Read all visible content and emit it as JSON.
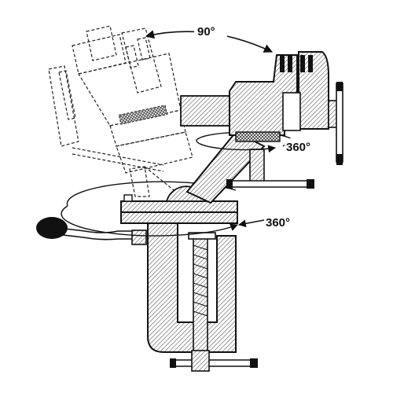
{
  "labels": {
    "tilt": "90°",
    "head_rotation": "360°",
    "base_rotation": "360°"
  },
  "colors": {
    "ink": "#111111",
    "hatch": "#6e6e6e",
    "background": "#ffffff"
  }
}
